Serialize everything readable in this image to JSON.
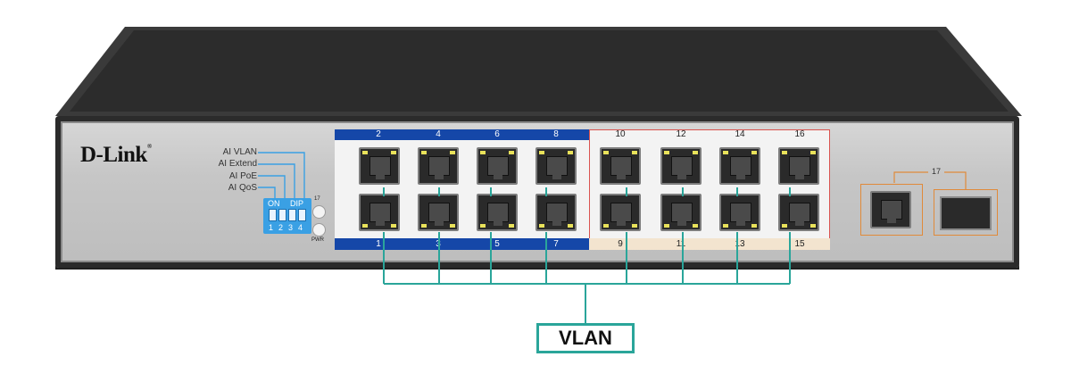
{
  "brand": {
    "logo_text": "D-Link",
    "reg": "®"
  },
  "dip_switch": {
    "labels": [
      "AI VLAN",
      "AI Extend",
      "AI PoE",
      "AI QoS"
    ],
    "on_label": "ON",
    "dip_label": "DIP",
    "numbers": [
      "1",
      "2",
      "3",
      "4"
    ]
  },
  "leds": {
    "top_label": "17",
    "bottom_label": "PWR"
  },
  "ports": {
    "top_left": [
      "2",
      "4",
      "6",
      "8"
    ],
    "top_right": [
      "10",
      "12",
      "14",
      "16"
    ],
    "bottom_left": [
      "1",
      "3",
      "5",
      "7"
    ],
    "bottom_right": [
      "9",
      "11",
      "13",
      "15"
    ]
  },
  "sfp": {
    "label": "17"
  },
  "vlan": {
    "label": "VLAN"
  },
  "colors": {
    "label_bar": "#1547a8",
    "vlan_line": "#2aa59a",
    "highlight_red": "#d9534f",
    "sfp_orange": "#e08a3a",
    "dip_blue": "#3aa0e4"
  }
}
